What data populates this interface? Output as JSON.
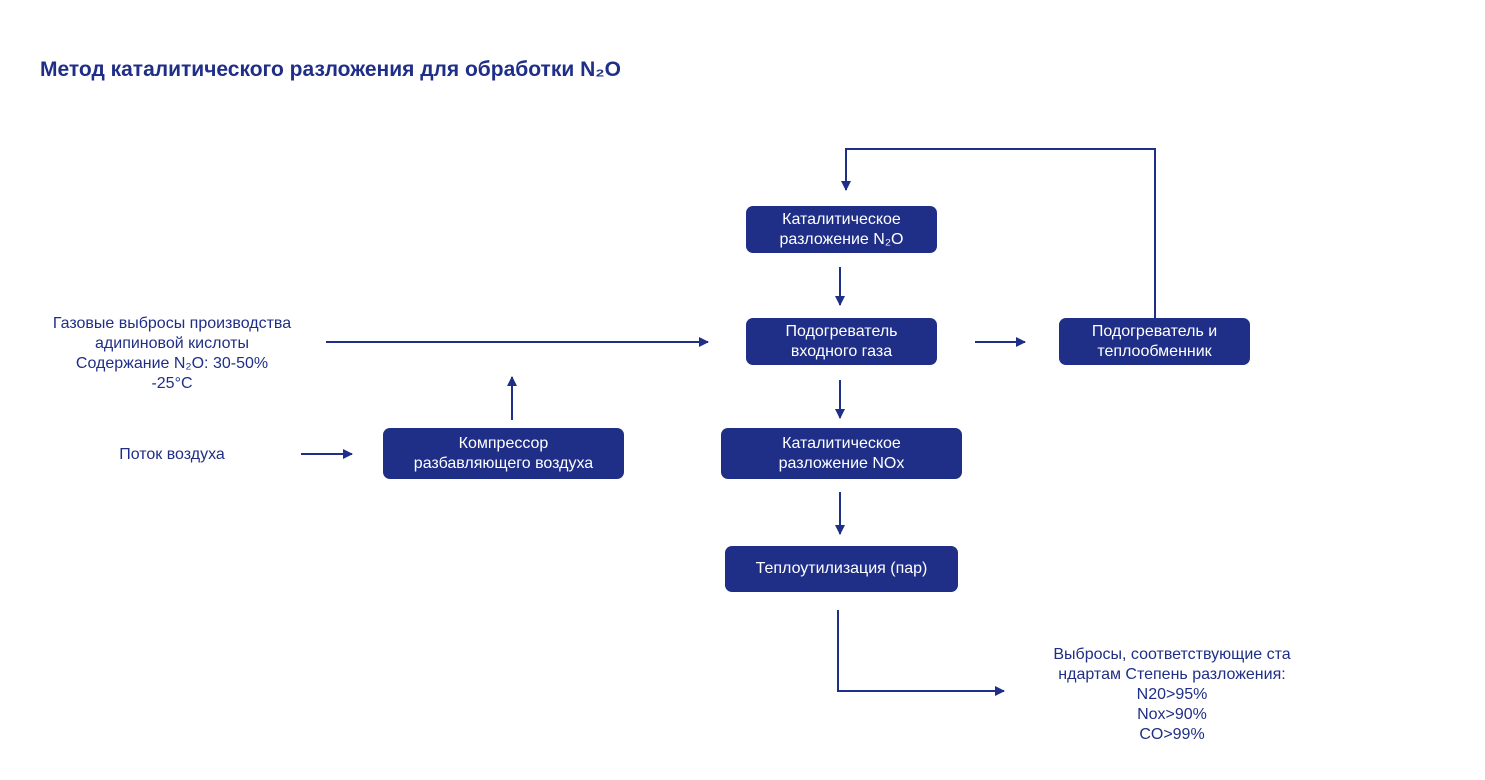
{
  "title": "Метод каталитического разложения для обработки N₂O",
  "colors": {
    "primary": "#1f2e87",
    "background": "#ffffff"
  },
  "nodes": {
    "n2o_decomp": [
      "Каталитическое",
      "разложение N₂O"
    ],
    "preheater": [
      "Подогреватель",
      "входного газа"
    ],
    "heat_exchanger": [
      "Подогреватель и",
      "теплообменник"
    ],
    "nox_decomp": [
      "Каталитическое",
      "разложение NOx"
    ],
    "heat_recovery": [
      "Теплоутилизация (пар)"
    ],
    "compressor": [
      "Компрессор",
      "разбавляющего воздуха"
    ]
  },
  "labels": {
    "inlet_gas": [
      "Газовые выбросы производства",
      "адипиновой кислоты",
      "Содержание N₂O: 30-50%",
      "-25°C"
    ],
    "air_flow": [
      "Поток воздуха"
    ],
    "emissions": [
      "Выбросы, соответствующие ста",
      "ндартам Степень разложения:",
      "N20>95%",
      "Nox>90%",
      "CO>99%"
    ]
  }
}
